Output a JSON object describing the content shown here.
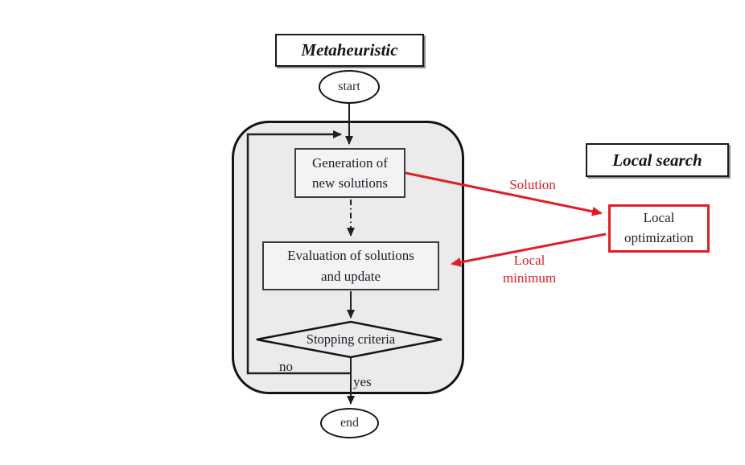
{
  "metaheuristic": {
    "title": "Metaheuristic",
    "start_label": "start",
    "generation": {
      "line1": "Generation of",
      "line2": "new solutions"
    },
    "evaluation": {
      "line1": "Evaluation of solutions",
      "line2": "and update"
    },
    "decision_label": "Stopping criteria",
    "branch_no": "no",
    "branch_yes": "yes",
    "end_label": "end"
  },
  "local_search": {
    "title": "Local search",
    "optimization": {
      "line1": "Local",
      "line2": "optimization"
    }
  },
  "arrows": {
    "solution_label": "Solution",
    "local_minimum": {
      "line1": "Local",
      "line2": "minimum"
    }
  },
  "colors": {
    "accent_red": "#dd2026",
    "container_fill": "#ebebeb",
    "node_fill": "#f3f3f3",
    "line_black": "#1f1f1f"
  }
}
